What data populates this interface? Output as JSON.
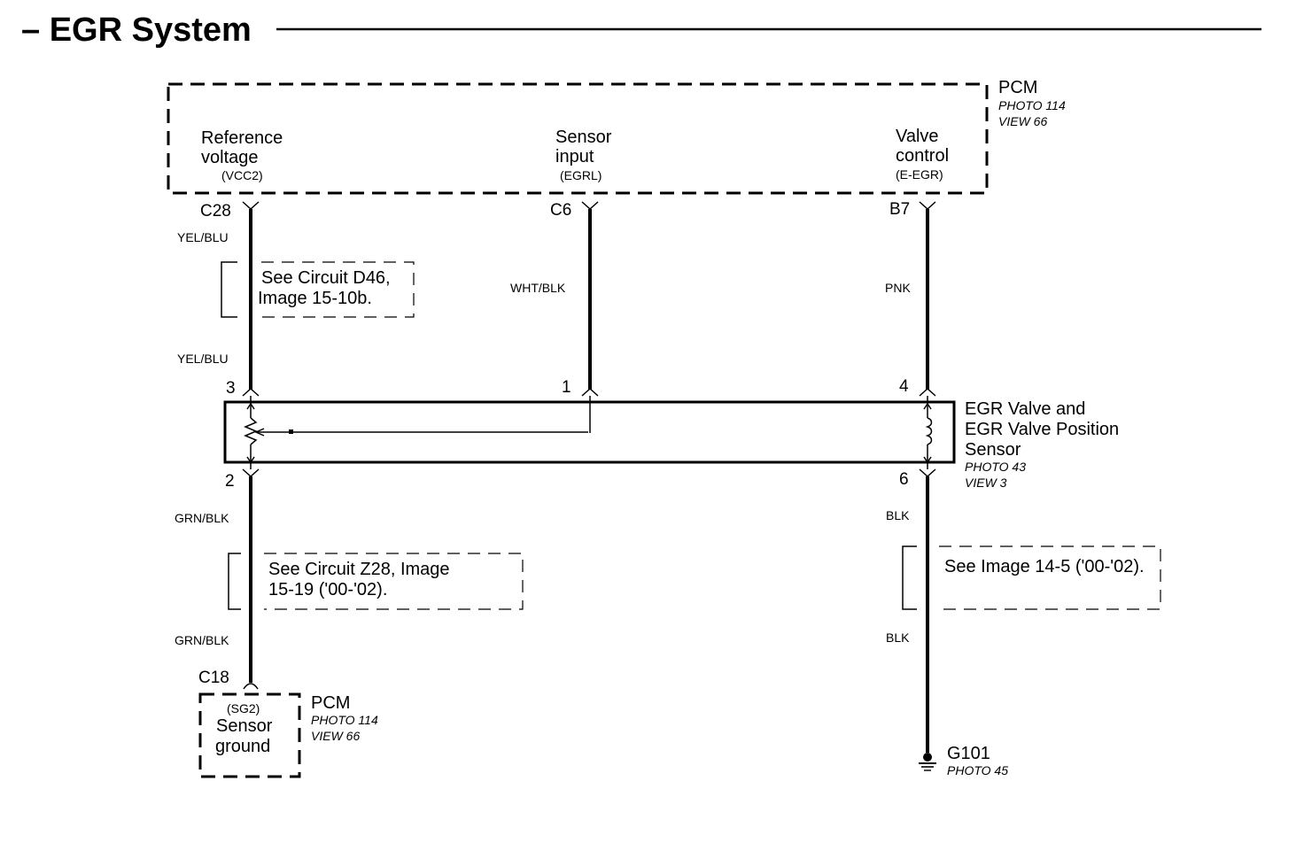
{
  "title": "– EGR System",
  "pcm_top": {
    "name": "PCM",
    "photo": "PHOTO 114",
    "view": "VIEW 66",
    "ref_line1": "Reference",
    "ref_line2": "voltage",
    "ref_signal": "(VCC2)",
    "sensor_line1": "Sensor",
    "sensor_line2": "input",
    "sensor_signal": "(EGRL)",
    "valve_line1": "Valve",
    "valve_line2": "control",
    "valve_signal": "(E-EGR)"
  },
  "connectors": {
    "c28": "C28",
    "c6": "C6",
    "b7": "B7",
    "c18": "C18"
  },
  "wires": {
    "ref_upper": "YEL/BLU",
    "ref_lower": "YEL/BLU",
    "sensor": "WHT/BLK",
    "valve": "PNK",
    "ground_left_upper": "GRN/BLK",
    "ground_left_lower": "GRN/BLK",
    "ground_right_upper": "BLK",
    "ground_right_lower": "BLK"
  },
  "notes": {
    "d46_line1": "See Circuit D46,",
    "d46_line2": "Image 15-10b.",
    "z28_line1": "See Circuit Z28, Image",
    "z28_line2": "15-19 ('00-'02).",
    "img14_line1": "See Image 14-5 ('00-'02)."
  },
  "egr_valve": {
    "line1": "EGR Valve and",
    "line2": "EGR Valve Position",
    "line3": "Sensor",
    "photo": "PHOTO 43",
    "view": "VIEW 3",
    "pin3": "3",
    "pin1": "1",
    "pin4": "4",
    "pin2": "2",
    "pin6": "6"
  },
  "pcm_bottom": {
    "name": "PCM",
    "photo": "PHOTO 114",
    "view": "VIEW 66",
    "signal": "(SG2)",
    "line1": "Sensor",
    "line2": "ground"
  },
  "ground": {
    "name": "G101",
    "photo": "PHOTO 45"
  }
}
